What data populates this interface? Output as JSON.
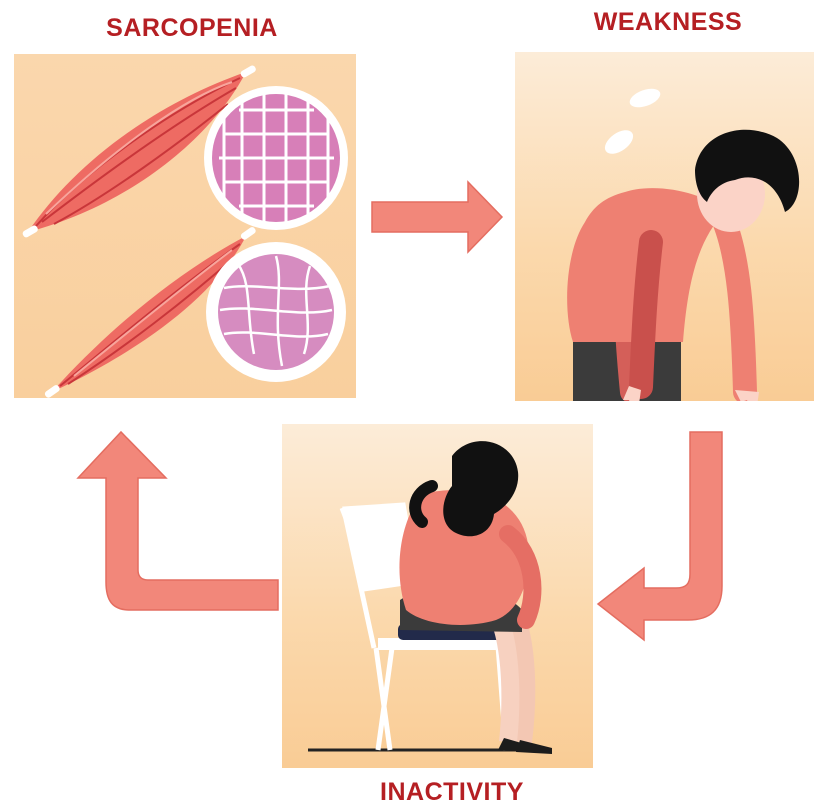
{
  "labels": {
    "sarcopenia": "SARCOPENIA",
    "weakness": "WEAKNESS",
    "inactivity": "INACTIVITY"
  },
  "cycle": [
    "SARCOPENIA",
    "WEAKNESS",
    "INACTIVITY"
  ],
  "colors": {
    "label_text": "#b51f23",
    "arrow": "#f2877a",
    "panel_bg": "#fbd9ad",
    "muscle": "#ee6b63",
    "fiber": "#d77fb8",
    "shirt": "#ee8072",
    "hair": "#111111"
  },
  "icons": {
    "sarcopenia_panel": "muscle-cross-section-icon",
    "weakness_panel": "tired-woman-icon",
    "inactivity_panel": "woman-on-chair-icon"
  }
}
